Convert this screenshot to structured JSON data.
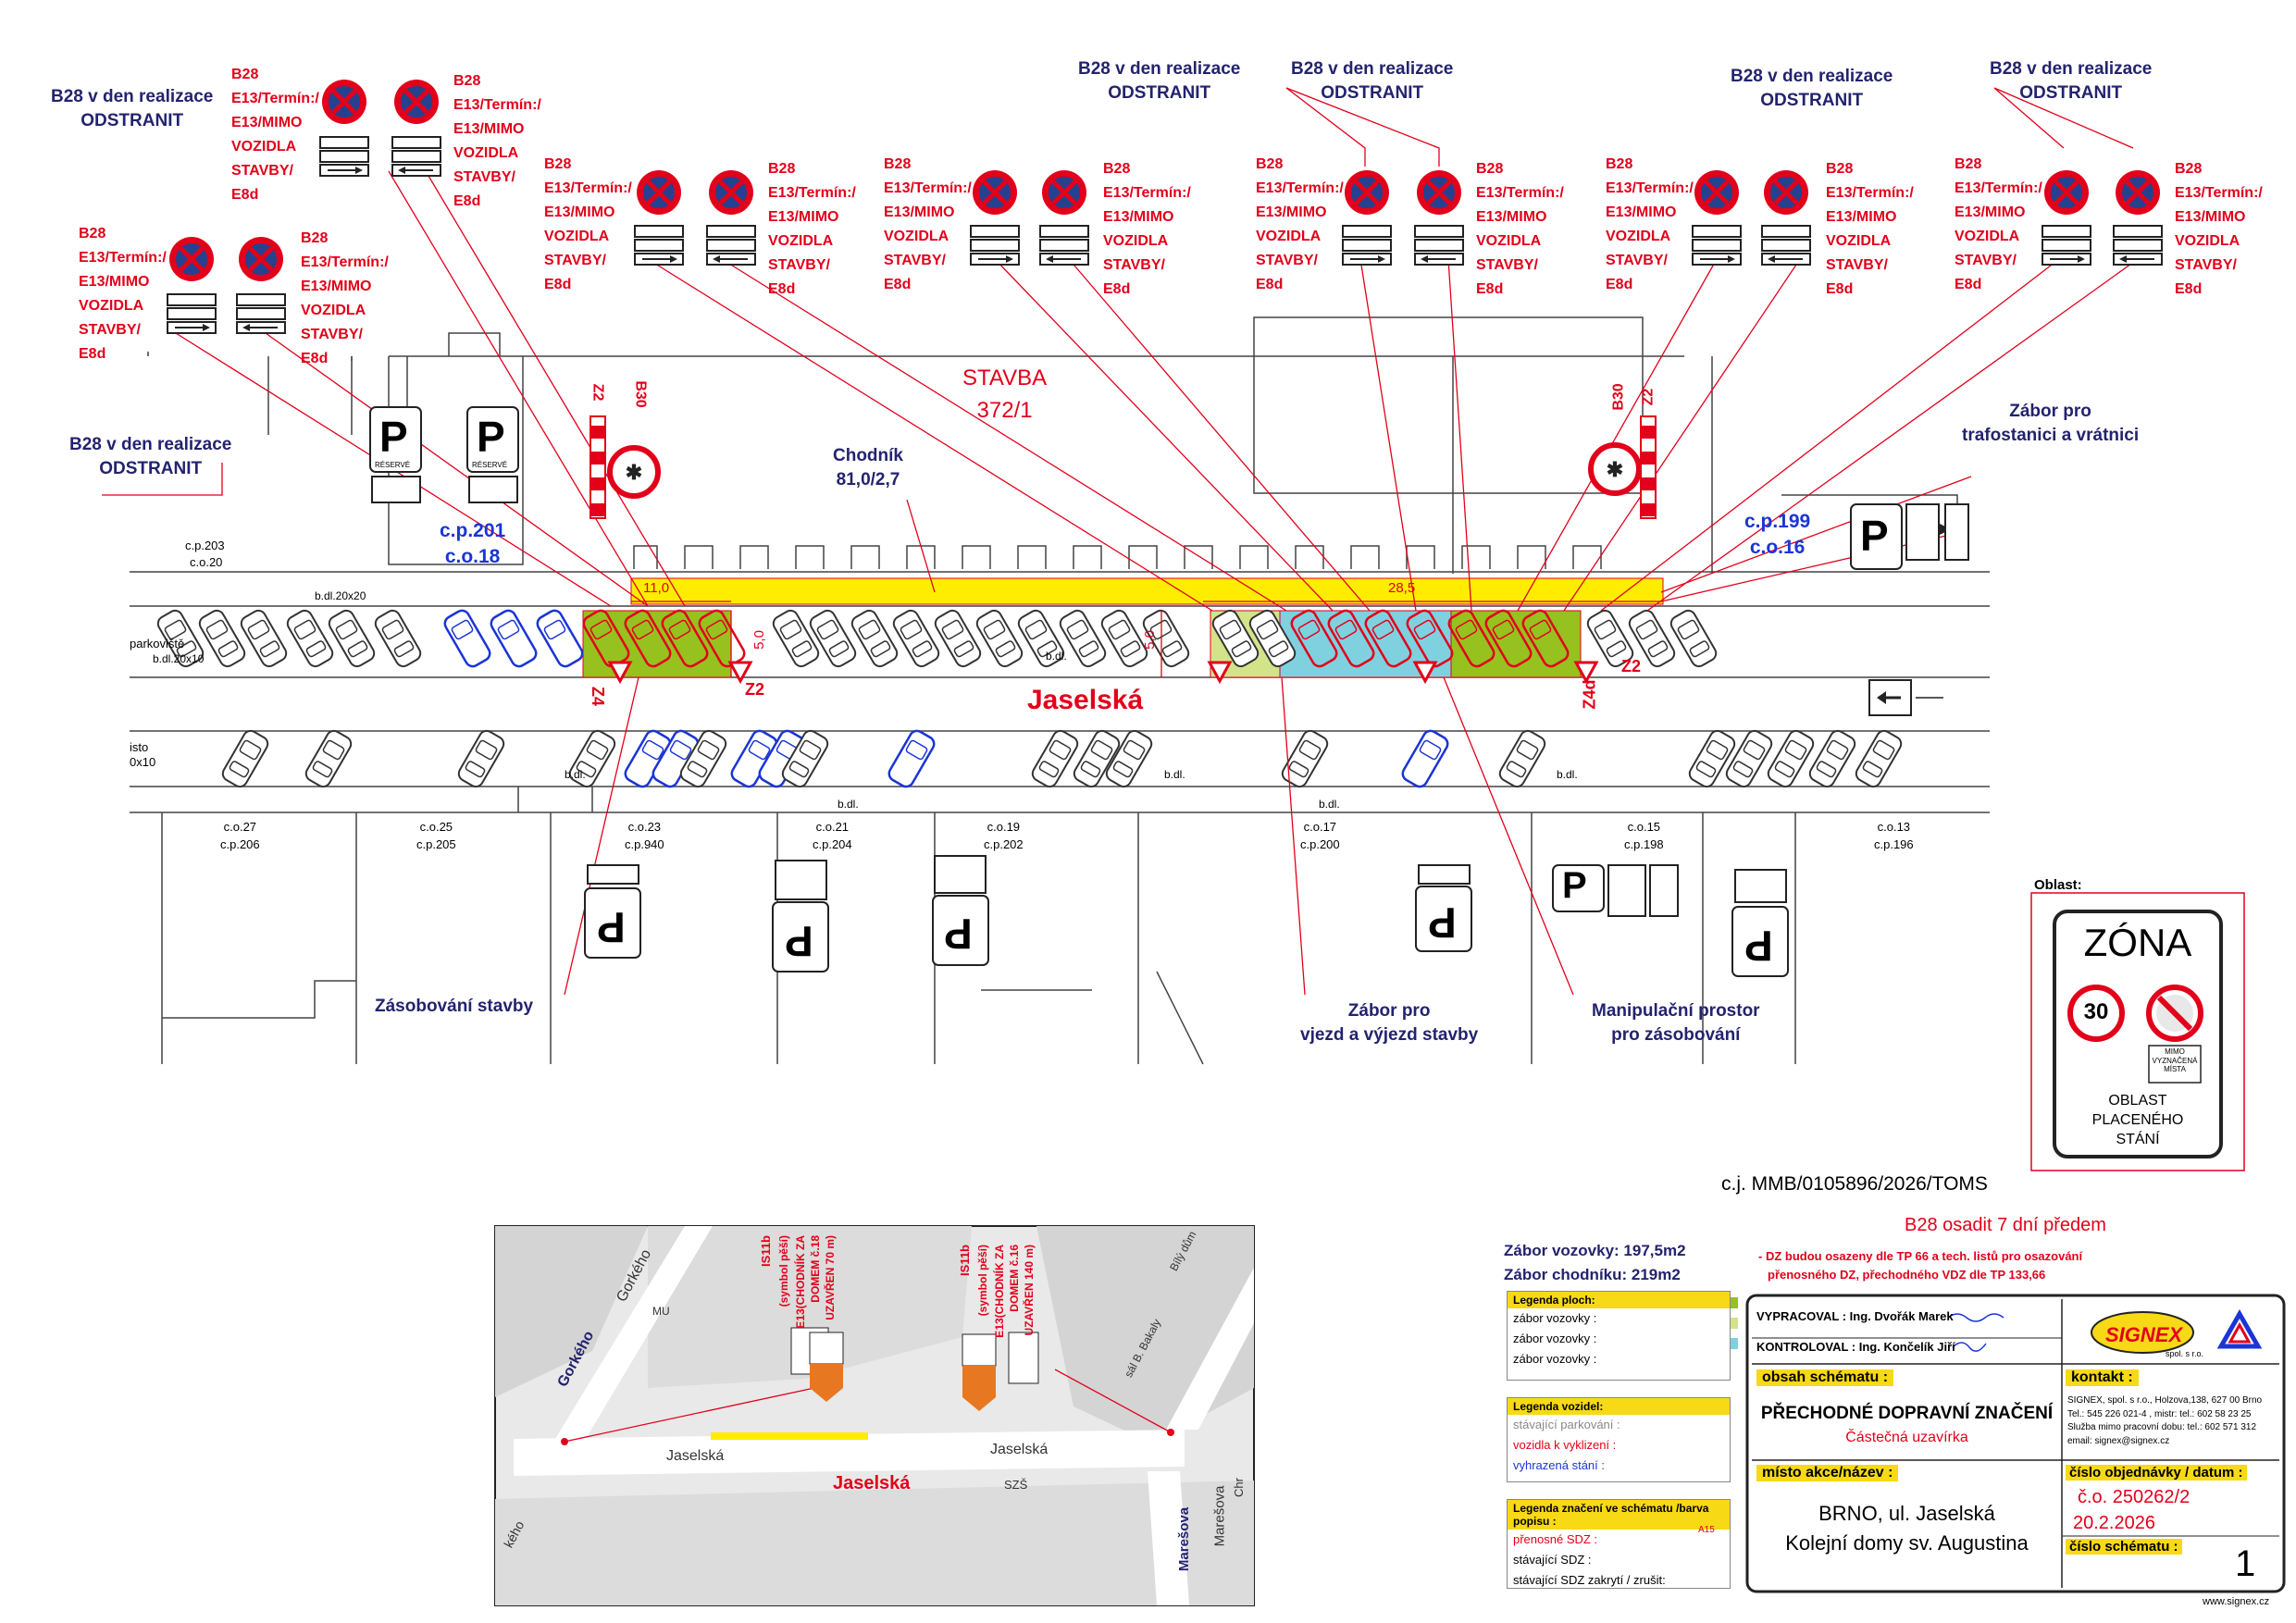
{
  "top_left_notes": [
    {
      "l1": "B28 v den realizace",
      "l2": "ODSTRANIT"
    },
    {
      "l1": "B28 v den realizace",
      "l2": "ODSTRANIT"
    }
  ],
  "top_notes": [
    {
      "l1": "B28 v den realizace",
      "l2": "ODSTRANIT"
    },
    {
      "l1": "B28 v den realizace",
      "l2": "ODSTRANIT"
    },
    {
      "l1": "B28 v den realizace",
      "l2": "ODSTRANIT"
    },
    {
      "l1": "B28 v den realizace",
      "l2": "ODSTRANIT"
    }
  ],
  "sign_label": {
    "l1": "B28",
    "l2": "E13/Termín:/",
    "l3": "E13/MIMO",
    "l4": "VOZIDLA",
    "l5": "STAVBY/",
    "l6": "E8d"
  },
  "sign_label_short": {
    "l1": "B28",
    "l2": "E13/Termín:/",
    "l3": "E13/MIMO",
    "l4": "VOZIDLA",
    "l5": "STAVBY/",
    "l6": "E8d"
  },
  "construction": {
    "l1": "STAVBA",
    "l2": "372/1"
  },
  "sidewalk": {
    "l1": "Chodník",
    "l2": "81,0/2,7"
  },
  "zabor_trafo": {
    "l1": "Zábor pro",
    "l2": "trafostanici a vrátnici"
  },
  "cp201": {
    "l1": "c.p.201",
    "l2": "c.o.18"
  },
  "cp199": {
    "l1": "c.p.199",
    "l2": "c.o.16"
  },
  "street_name": "Jaselská",
  "dim_11": "11,0",
  "dim_285": "28,5",
  "dim_50a": "5,0",
  "dim_50b": "5,0",
  "sign_codes": {
    "z2": "Z2",
    "b30": "B30",
    "z4": "Z4",
    "z4d": "Z4d",
    "p": "P",
    "reserve": "RÉSERVÉ"
  },
  "small_labels": {
    "cp203": "c.p.203",
    "co20": "c.o.20",
    "bdl20x20": "b.dl.20x20",
    "parkoviste": "parkoviště",
    "bdl20x10": "b.dl.20x10",
    "bdl_a": "b.dl.",
    "bdl_b": "b.dl.",
    "bdl_c": "b.dl.",
    "bdl_d": "b.dl.",
    "bdl_e": "b.dl.",
    "bdl_f": "b.dl.",
    "left_partial": "isto",
    "left_partial2": "0x10"
  },
  "addresses": [
    {
      "co": "c.o.27",
      "cp": "c.p.206"
    },
    {
      "co": "c.o.25",
      "cp": "c.p.205"
    },
    {
      "co": "c.o.23",
      "cp": "c.p.940"
    },
    {
      "co": "c.o.21",
      "cp": "c.p.204"
    },
    {
      "co": "c.o.19",
      "cp": "c.p.202"
    },
    {
      "co": "c.o.17",
      "cp": "c.p.200"
    },
    {
      "co": "c.o.15",
      "cp": "c.p.198"
    },
    {
      "co": "c.o.13",
      "cp": "c.p.196"
    }
  ],
  "bottom_labels": {
    "zasobovani": "Zásobování stavby",
    "zabor_vjezd_l1": "Zábor pro",
    "zabor_vjezd_l2": "vjezd a výjezd stavby",
    "manipul_l1": "Manipulační prostor",
    "manipul_l2": "pro zásobování"
  },
  "zone": {
    "title": "Oblast:",
    "zona": "ZÓNA",
    "speed": "30",
    "mimo_l1": "MIMO",
    "mimo_l2": "VYZNAČENÁ",
    "mimo_l3": "MÍSTA",
    "oblast_l1": "OBLAST",
    "oblast_l2": "PLACENÉHO",
    "oblast_l3": "STÁNÍ"
  },
  "cj": "c.j. MMB/0105896/2026/TOMS",
  "b28_osadit": "B28 osadit 7 dní předem",
  "dz_note_l1": "- DZ budou osazeny dle TP 66 a tech. listů pro osazování",
  "dz_note_l2": "přenosného DZ, přechodného VDZ dle TP 133,66",
  "zabor_vozovky": "Zábor vozovky: 197,5m2",
  "zabor_chodniku": "Zábor chodníku: 219m2",
  "legend_plochy": {
    "title": "Legenda ploch:",
    "rows": [
      "zábor vozovky :",
      "zábor vozovky :",
      "zábor vozovky :"
    ],
    "colors": [
      "#96c11f",
      "#d3e38a",
      "#7fd1df"
    ]
  },
  "legend_vozidel": {
    "title": "Legenda vozidel:",
    "rows": [
      "stávající parkování :",
      "vozidla k vyklizení :",
      "vyhrazená stání :"
    ]
  },
  "legend_znaceni": {
    "title": "Legenda značení ve schématu /barva popisu :",
    "rows": [
      "přenosné SDZ :",
      "stávající SDZ :",
      "stávající SDZ zakrytí / zrušit:"
    ],
    "a15": "A15"
  },
  "titleblock": {
    "vypracoval": "VYPRACOVAL : Ing. Dvořák Marek",
    "kontroloval": "KONTROLOVAL : Ing. Končelík Jiří",
    "obsah_head": "obsah schématu :",
    "obsah_l1": "PŘECHODNÉ DOPRAVNÍ ZNAČENÍ",
    "obsah_l2": "Částečná uzavírka",
    "kontakt_head": "kontakt :",
    "kontakt_l1": "SIGNEX, spol. s r.o., Holzova,138, 627 00 Brno",
    "kontakt_l2": "Tel.: 545 226 021-4 , mistr: tel.: 602 58 23 25",
    "kontakt_l3": "Služba mimo pracovní dobu: tel.: 602 571 312",
    "kontakt_l4": "email: signex@signex.cz",
    "misto_head": "místo akce/název :",
    "misto_l1": "BRNO, ul. Jaselská",
    "misto_l2": "Kolejní domy sv. Augustina",
    "cislo_obj_head": "číslo objednávky / datum :",
    "cislo_obj": "č.o. 250262/2",
    "datum": "20.2.2026",
    "cislo_sch_head": "číslo schématu :",
    "cislo_sch": "1",
    "logo": "SIGNEX",
    "logo_sub": "spol. s r.o.",
    "web": "www.signex.cz"
  },
  "map": {
    "street1": "Jaselská",
    "street2": "Jaselská",
    "street3": "Jaselská",
    "gorkeho": "Gorkého",
    "gorkeho2": "Gorkého",
    "maresova": "Marešova",
    "maresova2": "Marešova",
    "kcho": "kého",
    "is11b_l1": "IS11b",
    "is11b_l2": "(symbol pěší)",
    "is11b_l3": "E13(CHODNÍK ZA",
    "is11b_l4": "DOMEM č.18",
    "is11b_l5": "UZAVŘEN 70 m)",
    "is11b2_l3": "E13(CHODNÍK ZA",
    "is11b2_l4": "DOMEM č.16",
    "is11b2_l5": "UZAVŘEN 140 m)",
    "mu": "MU",
    "szs": "SZŠ",
    "bily_dum": "Bílý dům",
    "sal": "sál B. Bakaly",
    "chr": "Chr"
  }
}
